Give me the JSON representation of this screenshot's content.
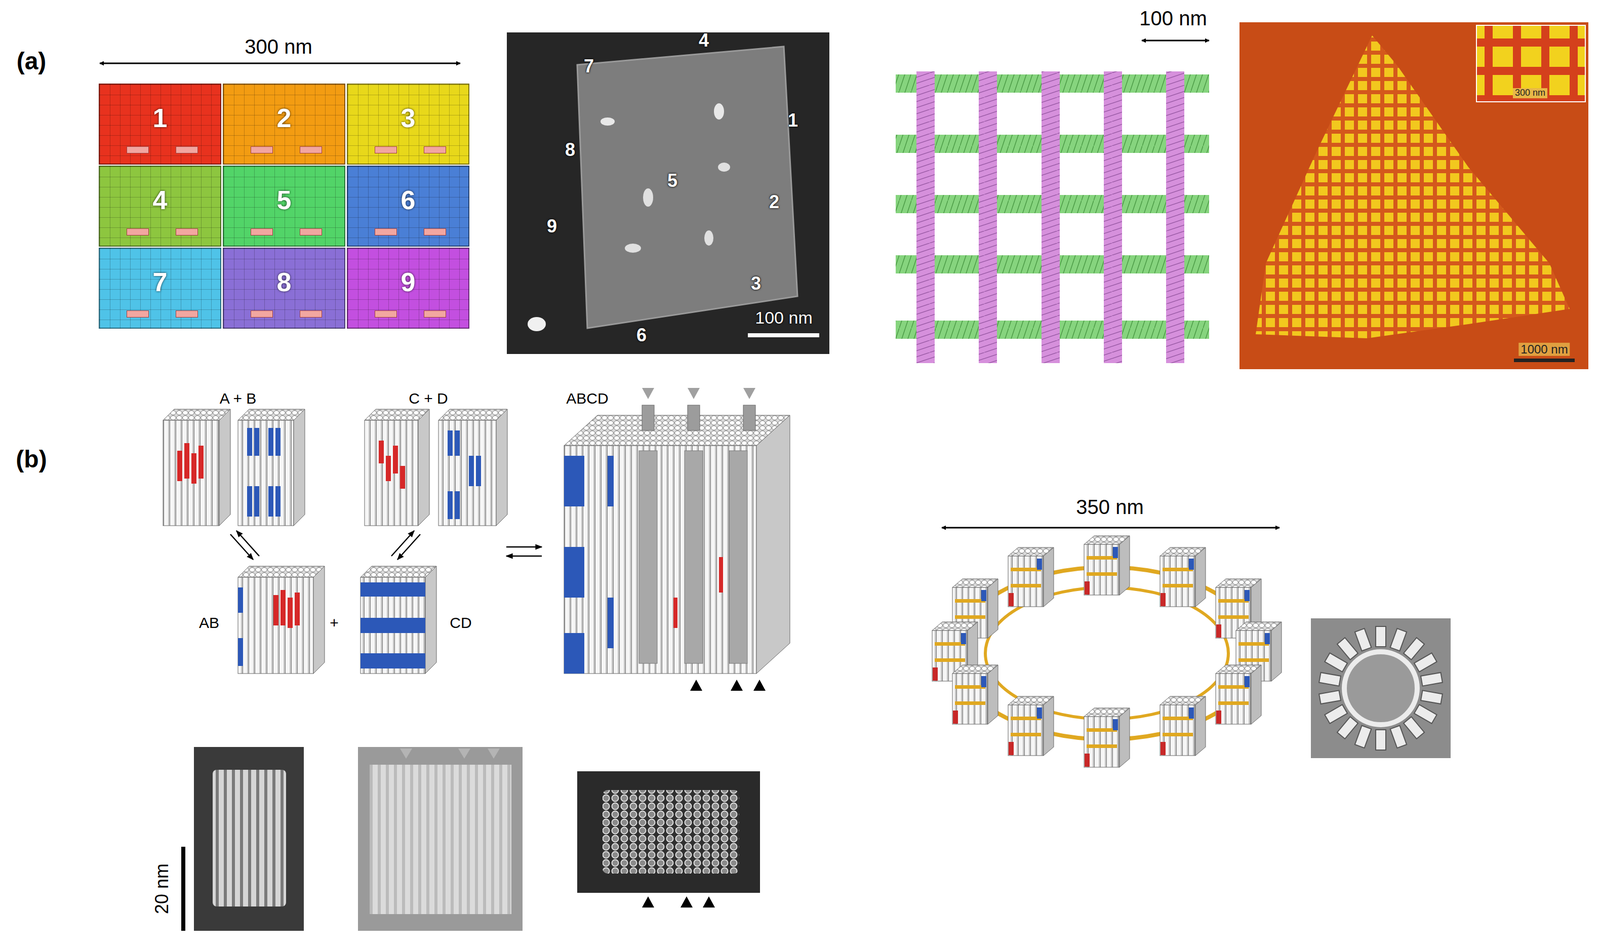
{
  "diagram": {
    "nodes": [
      {
        "text": [
          "1"
        ]
      },
      {
        "text": [
          "2"
        ]
      },
      {
        "text": [
          "3"
        ]
      },
      {
        "text": [
          "4"
        ]
      },
      {
        "text": [
          "5"
        ]
      },
      {
        "text": [
          "6"
        ]
      },
      {
        "text": [
          "7"
        ]
      },
      {
        "text": [
          "8"
        ]
      },
      {
        "text": [
          "9"
        ]
      }
    ],
    "labels": [
      "(a)",
      "300 nm",
      "4",
      "7",
      "1",
      "8",
      "5",
      "2",
      "9",
      "3",
      "6",
      "100 nm",
      "100 nm",
      "300 nm",
      "1000 nm",
      "(b)",
      "A + B",
      "C + D",
      "ABCD",
      "AB",
      "+",
      "CD",
      "350 nm",
      "20 nm"
    ]
  }
}
